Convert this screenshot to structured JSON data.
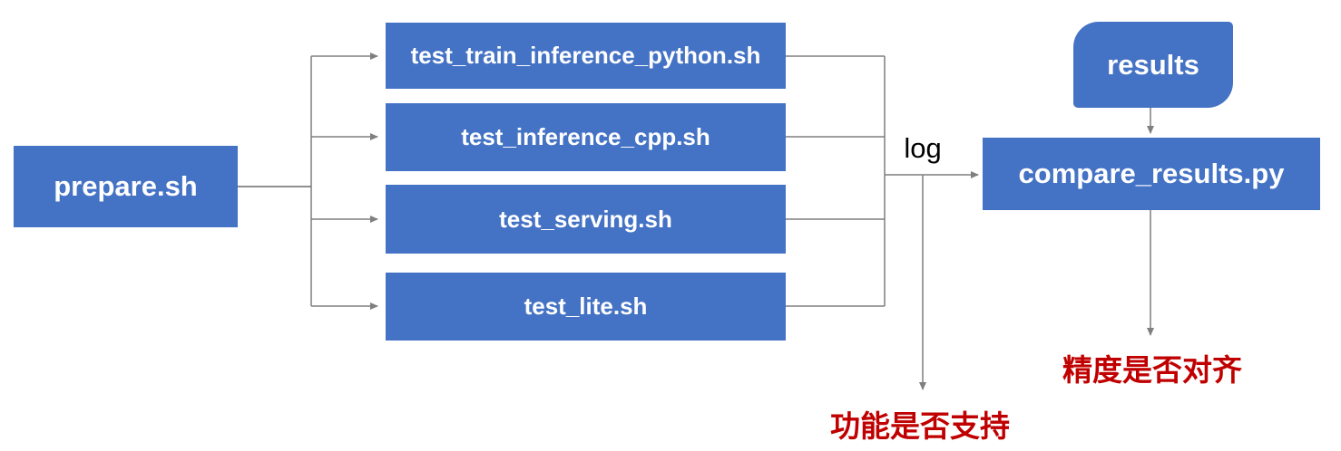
{
  "diagram": {
    "nodes": {
      "prepare": {
        "label": "prepare.sh"
      },
      "tests": [
        {
          "label": "test_train_inference_python.sh"
        },
        {
          "label": "test_inference_cpp.sh"
        },
        {
          "label": "test_serving.sh"
        },
        {
          "label": "test_lite.sh"
        }
      ],
      "compare": {
        "label": "compare_results.py"
      },
      "results": {
        "label": "results"
      }
    },
    "edge_labels": {
      "log": "log"
    },
    "annotations": {
      "function_support": "功能是否支持",
      "precision_align": "精度是否对齐"
    },
    "colors": {
      "node_fill": "#4472C4",
      "node_text": "#FFFFFF",
      "connector": "#7F7F7F",
      "edge_label_text": "#000000",
      "annotation_text": "#C00000",
      "background": "#FFFFFF"
    }
  }
}
